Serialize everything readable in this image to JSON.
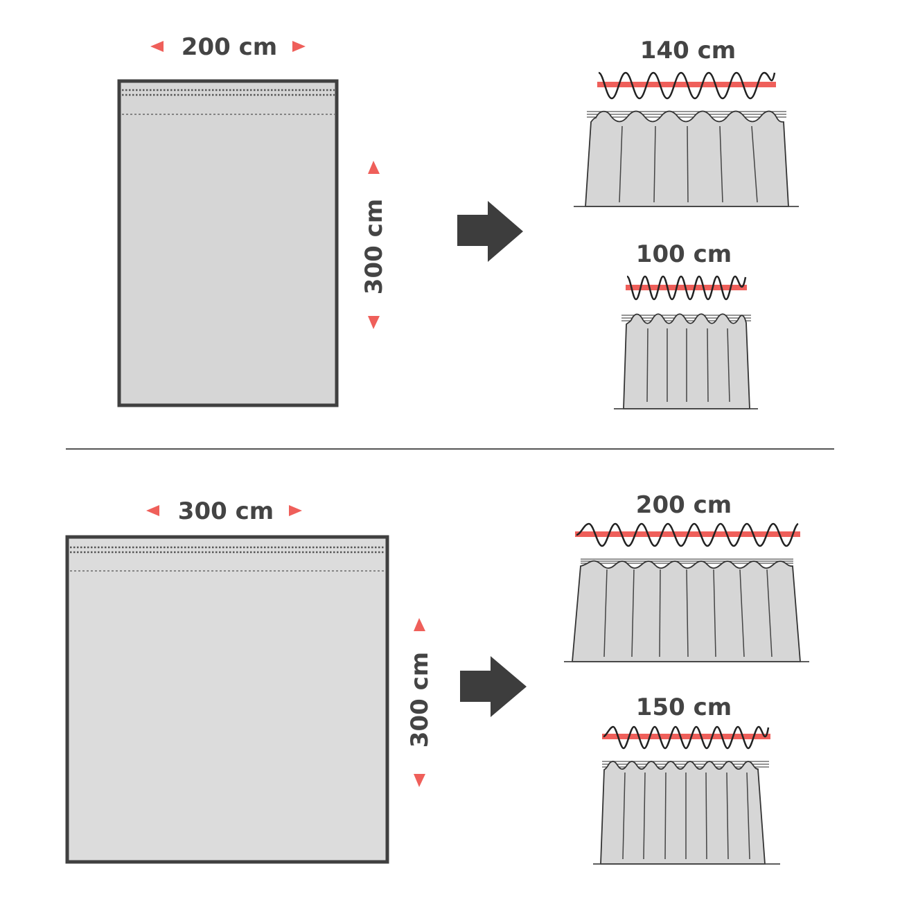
{
  "colors": {
    "background": "#ffffff",
    "outline": "#404040",
    "fabric": "#d9d9d9",
    "accent_red": "#ef5f5a",
    "arrow": "#3d3d3d",
    "divider": "#555555"
  },
  "examples": [
    {
      "id": "top",
      "flat_panel": {
        "width_label": "200 cm",
        "height_label": "300 cm"
      },
      "arrow_icon": "right-arrow-icon",
      "results": [
        {
          "width_label": "140 cm",
          "waves": 7
        },
        {
          "width_label": "100 cm",
          "waves": 7
        }
      ]
    },
    {
      "id": "bottom",
      "flat_panel": {
        "width_label": "300 cm",
        "height_label": "300 cm"
      },
      "arrow_icon": "right-arrow-icon",
      "results": [
        {
          "width_label": "200 cm",
          "waves": 9
        },
        {
          "width_label": "150 cm",
          "waves": 9
        }
      ]
    }
  ]
}
